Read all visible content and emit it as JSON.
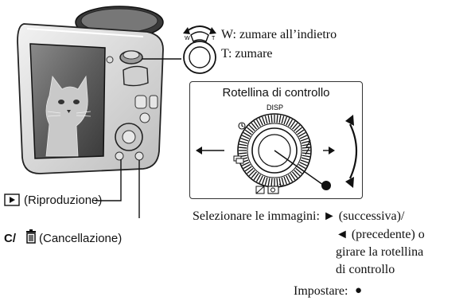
{
  "zoom": {
    "w_label": "W: zumare all’indietro",
    "t_label": "T: zumare",
    "lever_w": "W",
    "lever_t": "T"
  },
  "control_wheel": {
    "title": "Rotellina di controllo",
    "disp": "DISP"
  },
  "buttons": {
    "playback": "(Riproduzione)",
    "delete_prefix": "C/",
    "delete": "(Cancellazione)"
  },
  "select_text": {
    "line1": "Selezionare le immagini: ► (successiva)/",
    "line2": "◄ (precedente) o",
    "line3": "girare la rotellina",
    "line4": "di controllo"
  },
  "set_text": {
    "label": "Impostare:",
    "dot": "●"
  }
}
